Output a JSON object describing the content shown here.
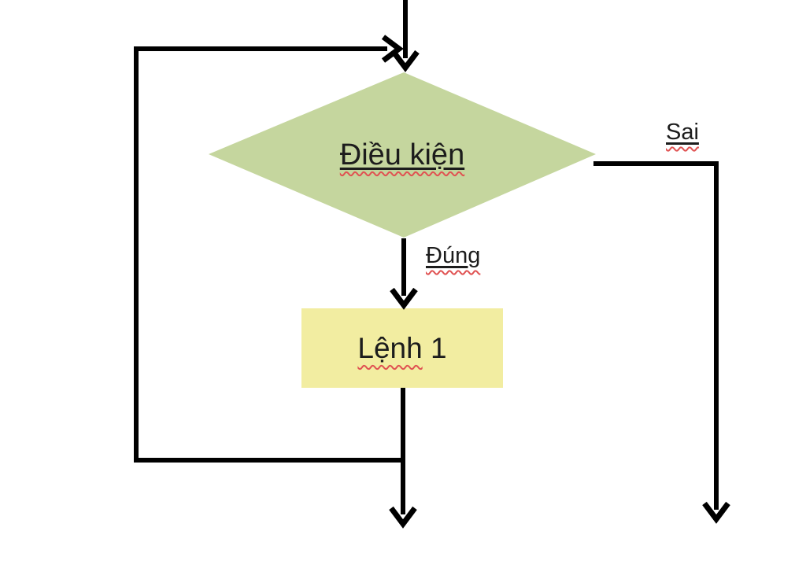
{
  "diagram": {
    "type": "flowchart",
    "condition": {
      "shape": "diamond",
      "label": "Điều kiện"
    },
    "statement": {
      "shape": "rectangle",
      "label_word": "Lệnh",
      "label_rest": " 1"
    },
    "branch_true": {
      "label": "Đúng"
    },
    "branch_false": {
      "label": "Sai"
    }
  },
  "colors": {
    "condition_fill": "#c5d69e",
    "statement_fill": "#f2eda1",
    "connector": "#000000",
    "text": "#1c1c1c",
    "spellcheck_underline": "#e05252"
  }
}
